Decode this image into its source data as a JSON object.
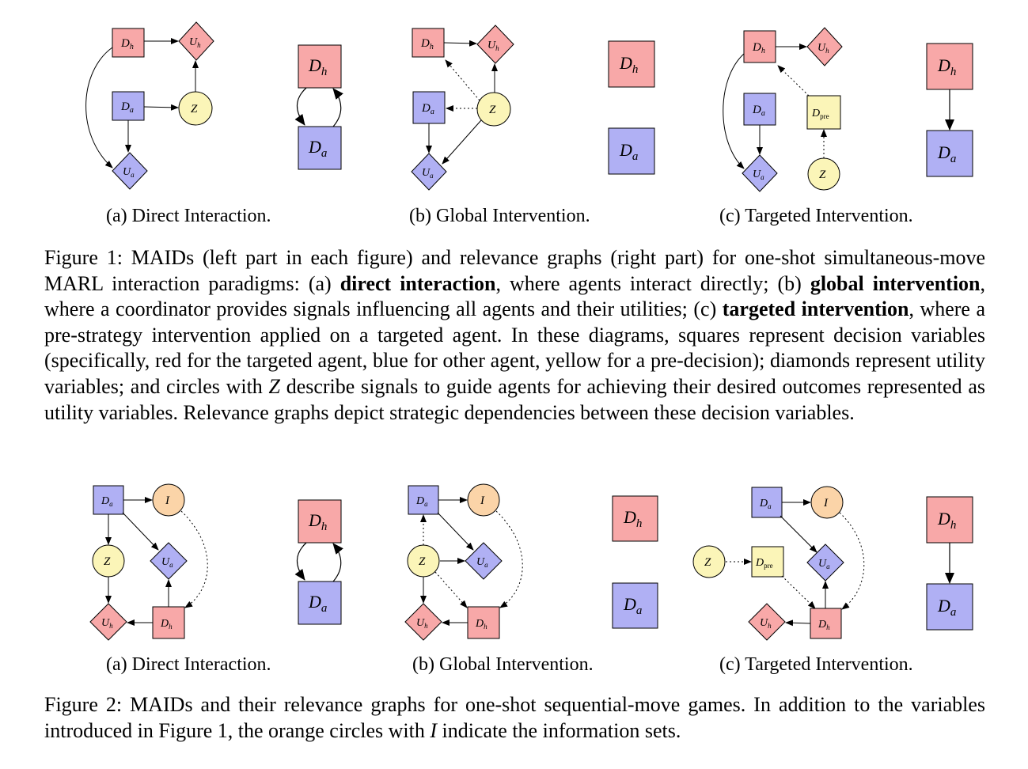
{
  "figure1": {
    "subcaptions": [
      "(a) Direct Interaction.",
      "(b) Global Intervention.",
      "(c) Targeted Intervention."
    ],
    "caption": {
      "lead": "Figure 1: MAIDs (left part in each figure) and relevance graphs (right part) for one-shot simultaneous-move MARL interaction paradigms: (a) ",
      "b1": "direct interaction",
      "t1": ", where agents interact directly; (b) ",
      "b2": "global intervention",
      "t2": ", where a coordinator provides signals influencing all agents and their utilities; (c) ",
      "b3": "targeted intervention",
      "t3": ", where a pre-strategy intervention applied on a targeted agent. In these diagrams, squares represent decision variables (specifically, red for the targeted agent, blue for other agent, yellow for a pre-decision); diamonds represent utility variables; and circles with ",
      "i1": "Z",
      "t4": " describe signals to guide agents for achieving their desired outcomes represented as utility variables. Relevance graphs depict strategic dependencies between these decision variables."
    }
  },
  "figure2": {
    "subcaptions": [
      "(a) Direct Interaction.",
      "(b) Global Intervention.",
      "(c) Targeted Intervention."
    ],
    "caption": {
      "lead": "Figure 2: MAIDs and their relevance graphs for one-shot sequential-move games. In addition to the variables introduced in Figure 1, the orange circles with ",
      "i1": "I",
      "t1": " indicate the information sets."
    }
  },
  "nodes": {
    "Dh": "D",
    "Dh_sub": "h",
    "Da": "D",
    "Da_sub": "a",
    "Uh": "U",
    "Uh_sub": "h",
    "Ua": "U",
    "Ua_sub": "a",
    "Z": "Z",
    "I": "I",
    "Dpre": "D",
    "Dpre_sub": "pre"
  },
  "colors": {
    "red_fill": "#f8a8a8",
    "blue_fill": "#b0b0f4",
    "yellow_fill": "#fbf5b8",
    "orange_fill": "#fbd4a8"
  }
}
